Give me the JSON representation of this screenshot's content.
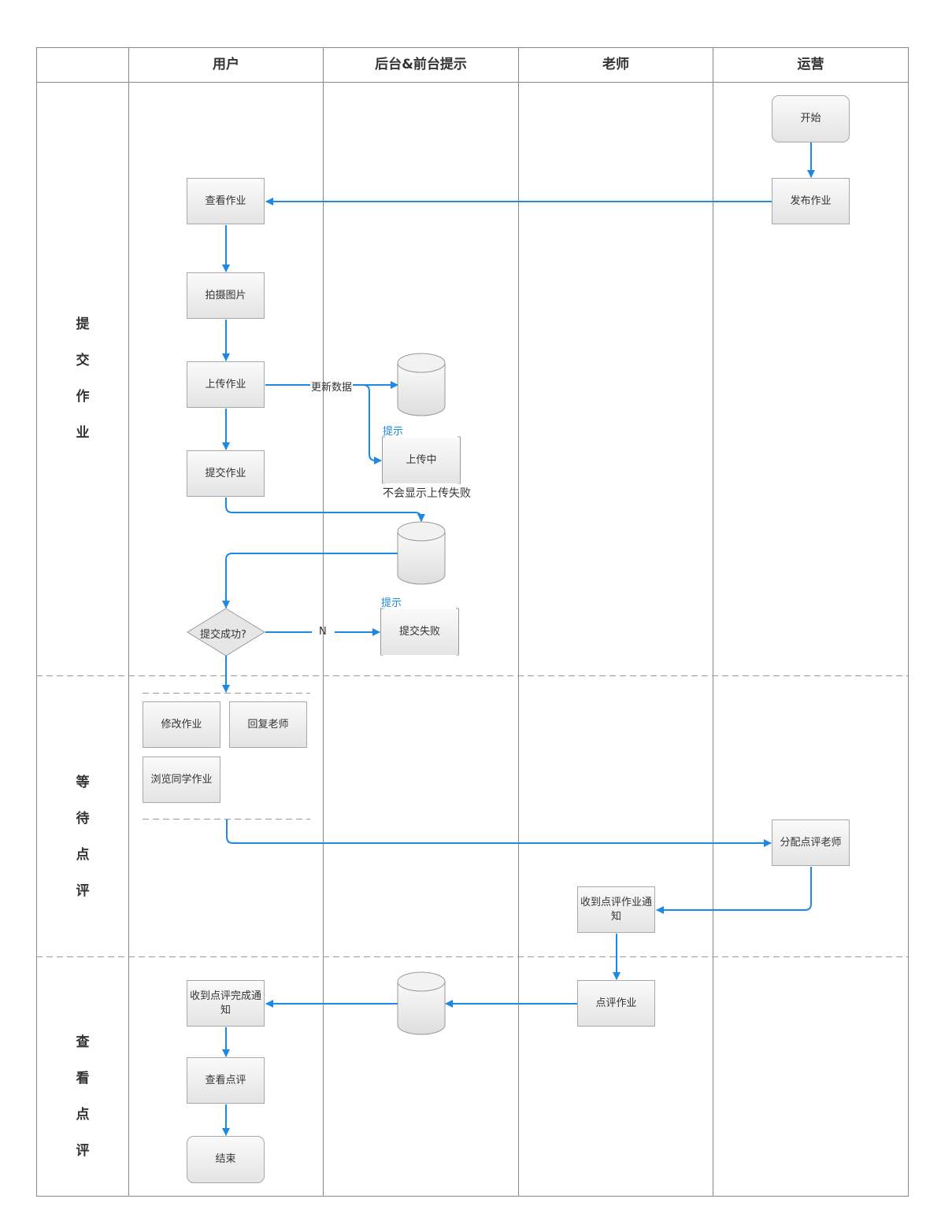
{
  "lanes": [
    "用户",
    "后台&前台提示",
    "老师",
    "运营"
  ],
  "phases": [
    {
      "chars": [
        "提",
        "交",
        "作",
        "业"
      ]
    },
    {
      "chars": [
        "等",
        "待",
        "点",
        "评"
      ]
    },
    {
      "chars": [
        "查",
        "看",
        "点",
        "评"
      ]
    }
  ],
  "nodes": {
    "start": "开始",
    "publish": "发布作业",
    "view_hw": "查看作业",
    "photo": "拍摄图片",
    "upload": "上传作业",
    "submit": "提交作业",
    "decision": "提交成功?",
    "uploading": "上传中",
    "submit_fail": "提交失败",
    "edit_hw": "修改作业",
    "reply_teacher": "回复老师",
    "browse_peers": "浏览同学作业",
    "assign_teacher": "分配点评老师",
    "teacher_notice": "收到点评作业通知",
    "review": "点评作业",
    "complete_notice": "收到点评完成通知",
    "view_review": "查看点评",
    "end": "结束"
  },
  "labels": {
    "update_data": "更新数据",
    "tip1": "提示",
    "tip2": "提示",
    "no_fail_note": "不会显示上传失败",
    "no": "N"
  },
  "colors": {
    "arrow": "#1e88e5",
    "grid": "#888888",
    "node_border": "#a8a8a8"
  }
}
